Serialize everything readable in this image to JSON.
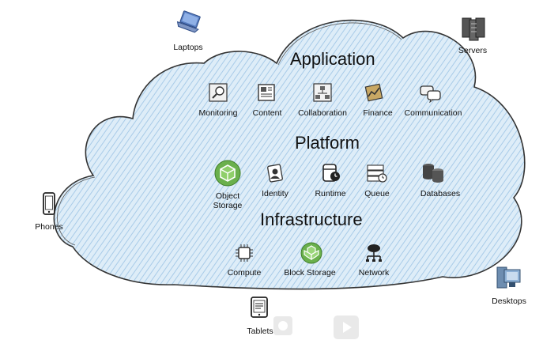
{
  "sections": {
    "application": "Application",
    "platform": "Platform",
    "infrastructure": "Infrastructure"
  },
  "application_items": [
    "Monitoring",
    "Content",
    "Collaboration",
    "Finance",
    "Communication"
  ],
  "platform_items": {
    "object_storage_line1": "Object",
    "object_storage_line2": "Storage",
    "identity": "Identity",
    "runtime": "Runtime",
    "queue": "Queue",
    "databases": "Databases"
  },
  "infrastructure_items": [
    "Compute",
    "Block Storage",
    "Network"
  ],
  "clients": {
    "laptops": "Laptops",
    "servers": "Servers",
    "phones": "Phones",
    "tablets": "Tablets",
    "desktops": "Desktops"
  },
  "colors": {
    "cloud_fill": "#d9ebf7",
    "cloud_hatch": "#9cc4e4",
    "cloud_outline": "#3a3a3a",
    "accent_green": "#6ab04c"
  },
  "icons": {
    "monitoring": "magnifier-icon",
    "content": "newspaper-icon",
    "collaboration": "org-chart-icon",
    "finance": "finance-chart-icon",
    "communication": "speech-bubbles-icon",
    "object_storage": "green-cube-icon",
    "identity": "id-card-icon",
    "runtime": "server-clock-icon",
    "queue": "queue-stack-icon",
    "databases": "database-cylinders-icon",
    "compute": "cpu-chip-icon",
    "block_storage": "green-blocks-icon",
    "network": "network-tree-icon",
    "laptops": "laptop-icon",
    "servers": "server-rack-icon",
    "phones": "phone-icon",
    "tablets": "tablet-icon",
    "desktops": "desktop-icon"
  }
}
